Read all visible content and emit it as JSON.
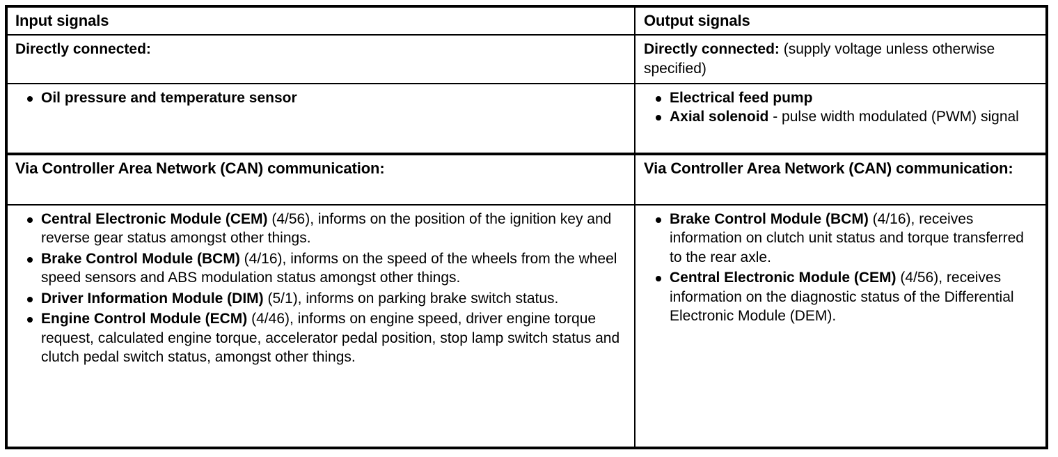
{
  "table": {
    "columns": [
      {
        "header": "Input signals"
      },
      {
        "header": "Output signals"
      }
    ],
    "rows": {
      "directly_connected": {
        "left": {
          "label": "Directly connected:",
          "note": ""
        },
        "right": {
          "label": "Directly connected:",
          "note": " (supply voltage unless otherwise specified)"
        }
      },
      "direct_devices": {
        "left": [
          {
            "strong": "Oil pressure and temperature sensor",
            "rest": ""
          }
        ],
        "right": [
          {
            "strong": "Electrical feed pump",
            "rest": ""
          },
          {
            "strong": "Axial solenoid",
            "rest": " - pulse width modulated (PWM) signal"
          }
        ]
      },
      "can_heading": {
        "left": "Via Controller Area Network (CAN) communication:",
        "right": "Via Controller Area Network (CAN) communication:"
      },
      "can_items": {
        "left": [
          {
            "strong": "Central Electronic Module (CEM)",
            "rest": " (4/56), informs on the position of the ignition key and reverse gear status amongst other things."
          },
          {
            "strong": "Brake Control Module (BCM)",
            "rest": " (4/16), informs on the speed of the wheels from the wheel speed sensors and ABS modulation status amongst other things."
          },
          {
            "strong": "Driver Information Module (DIM)",
            "rest": " (5/1), informs on parking brake switch status."
          },
          {
            "strong": "Engine Control Module (ECM)",
            "rest": " (4/46), informs on engine speed, driver engine torque request, calculated engine torque, accelerator pedal position, stop lamp switch status and clutch pedal switch status, amongst other things."
          }
        ],
        "right": [
          {
            "strong": "Brake Control Module (BCM)",
            "rest": " (4/16), receives information on clutch unit status and torque transferred to the rear axle."
          },
          {
            "strong": "Central Electronic Module (CEM)",
            "rest": " (4/56), receives information on the diagnostic status of the Differential Electronic Module (DEM)."
          }
        ]
      }
    }
  },
  "colors": {
    "border": "#000000",
    "text": "#000000",
    "background": "#ffffff"
  }
}
